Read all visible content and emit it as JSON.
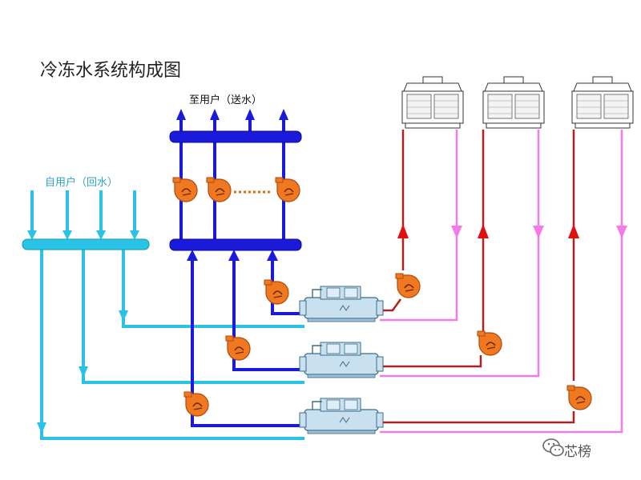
{
  "title": "冷冻水系统构成图",
  "labels": {
    "supply": "至用户（送水）",
    "return": "自用户（回水）"
  },
  "watermark": {
    "text": "芯榜",
    "icon": "wechat-icon"
  },
  "colors": {
    "supply_water": "#1a1adb",
    "return_water": "#29c3e6",
    "cooling_supply": "#b02020",
    "cooling_return": "#f07ae8",
    "pump_body": "#f07820",
    "chiller_body": "#c9e0ef",
    "arrow_red": "#e01010",
    "arrow_pink": "#f57ae8"
  },
  "components": {
    "chillers": 3,
    "cooling_towers": 3,
    "chilled_pumps_on_header": 3,
    "chilled_pumps_to_chillers": 3,
    "cooling_pumps": 3
  }
}
